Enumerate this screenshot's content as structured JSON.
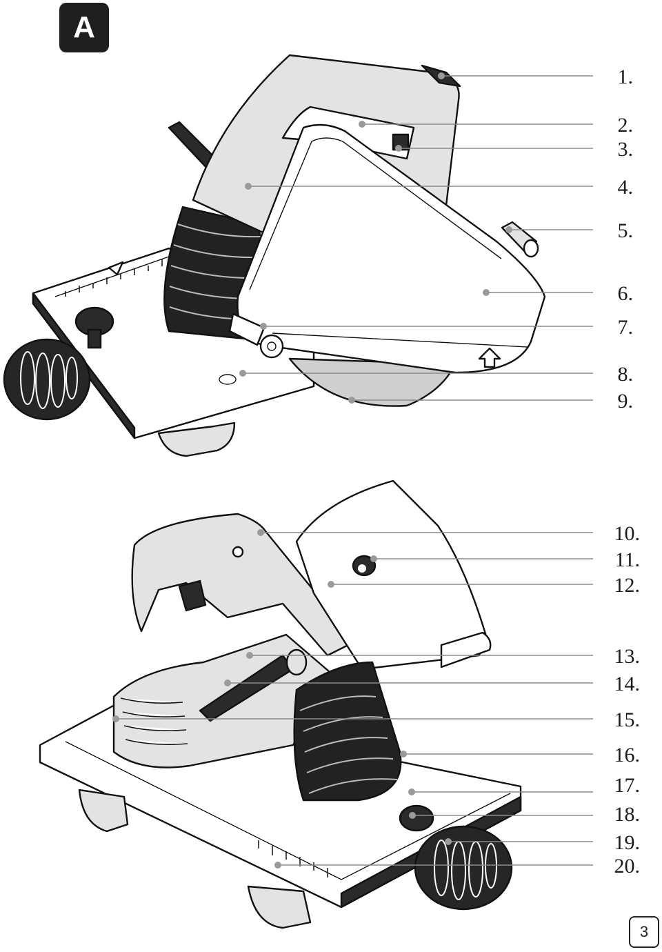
{
  "badge": "A",
  "page_number": "3",
  "labels_top": [
    "1.",
    "2.",
    "3.",
    "4.",
    "5.",
    "6.",
    "7.",
    "8.",
    "9."
  ],
  "labels_bottom": [
    "10.",
    "11.",
    "12.",
    "13.",
    "14.",
    "15.",
    "16.",
    "17.",
    "18.",
    "19.",
    "20."
  ],
  "colors": {
    "light_gray": "#e3e3e3",
    "mid_gray": "#c8c8c8",
    "dark": "#1f1f1f",
    "white": "#ffffff"
  }
}
